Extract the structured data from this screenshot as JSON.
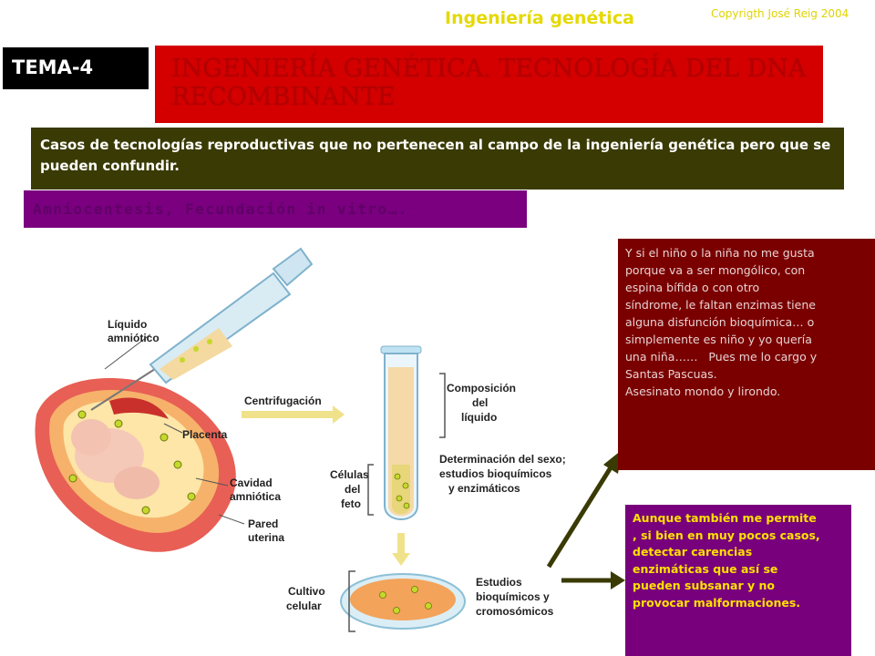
{
  "header": {
    "title": "Ingeniería genética",
    "copyright": "Copyrigth José Reig 2004"
  },
  "tema": "TEMA-4",
  "main_title": "INGENIERÍA GENÉTICA. TECNOLOGÍA DEL DNA RECOMBINANTE",
  "subtitle": "Casos de tecnologías reproductivas que no pertenecen al campo de la ingeniería genética pero que se pueden confundir.",
  "section_tag": "Amniocentesis, Fecundación in vitro….",
  "diagram": {
    "labels": {
      "liquido_1": "Líquido",
      "liquido_2": "amniótico",
      "centrifugacion": "Centrifugación",
      "placenta": "Placenta",
      "cavidad_1": "Cavidad",
      "cavidad_2": "amniótica",
      "pared_1": "Pared",
      "pared_2": "uterina",
      "composicion_1": "Composición",
      "composicion_2": "del",
      "composicion_3": "líquido",
      "determinacion_1": "Determinación del sexo;",
      "determinacion_2": "estudios bioquímicos",
      "determinacion_3": "y enzimáticos",
      "celulas_1": "Células",
      "celulas_2": "del",
      "celulas_3": "feto",
      "cultivo_1": "Cultivo",
      "cultivo_2": "celular",
      "estudios_1": "Estudios",
      "estudios_2": "bioquímicos y",
      "estudios_3": "cromosómicos"
    }
  },
  "notes": {
    "red": [
      "Y si el niño o la niña no me gusta",
      "porque va a ser mongólico, con",
      "espina bífida o con otro",
      "síndrome, le faltan enzimas tiene",
      "alguna disfunción bioquímica… o",
      "simplemente es niño y yo quería",
      "una niña……   Pues me lo cargo y",
      "Santas Pascuas.",
      "Asesinato mondo y lirondo."
    ],
    "purple": [
      "Aunque también me permite",
      ", si bien en muy pocos casos,",
      "detectar carencias",
      "enzimáticas que así se",
      "pueden subsanar y no",
      "provocar malformaciones."
    ]
  },
  "colors": {
    "title_red": "#d40000",
    "dark_olive": "#3a3a04",
    "purple": "#7a0080",
    "note_red": "#7a0000",
    "arrow": "#3a3a04",
    "yellow_text": "#ffe100"
  }
}
